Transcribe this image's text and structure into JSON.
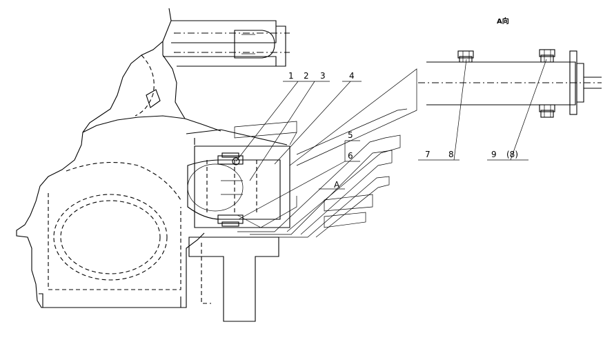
{
  "view_title": "A向",
  "section_marker": "A",
  "callouts": {
    "c1": "1",
    "c2": "2",
    "c3": "3",
    "c4": "4",
    "c5": "5",
    "c6": "6",
    "c7": "7",
    "c8": "8",
    "c9": "9",
    "c9_note": "(8)"
  }
}
